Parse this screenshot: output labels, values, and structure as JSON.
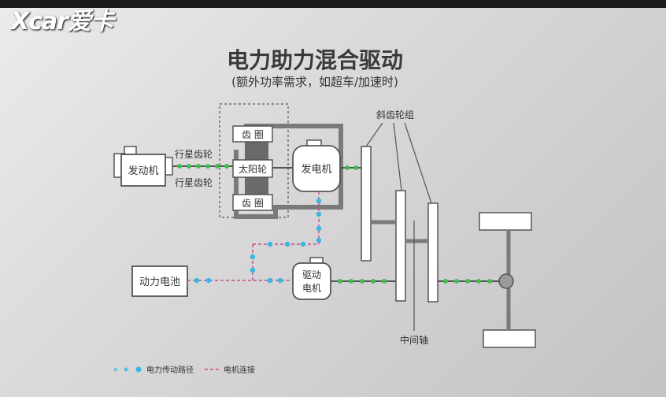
{
  "brand": {
    "logo_text": "Xcar爱卡"
  },
  "title": "电力助力混合驱动",
  "subtitle": "(额外功率需求，如超车/加速时)",
  "components": {
    "engine": "发动机",
    "ring_gear_top": "齿 圈",
    "sun_gear": "太阳轮",
    "ring_gear_bottom": "齿 圈",
    "generator": "发电机",
    "battery": "动力电池",
    "drive_motor": "驱动\n电机",
    "planetary_gear_top": "行星齿轮",
    "planetary_gear_bottom": "行星齿轮",
    "helical_gear_set": "斜齿轮组",
    "intermediate_shaft": "中间轴"
  },
  "legend": {
    "power_path": "电力传动路径",
    "motor_connection": "电机连接"
  },
  "colors": {
    "power_path_dot": "#38b7e0",
    "mechanical_dot": "#3fbe4f",
    "motor_connection_line": "#c0508a",
    "box_stroke": "#555555"
  }
}
